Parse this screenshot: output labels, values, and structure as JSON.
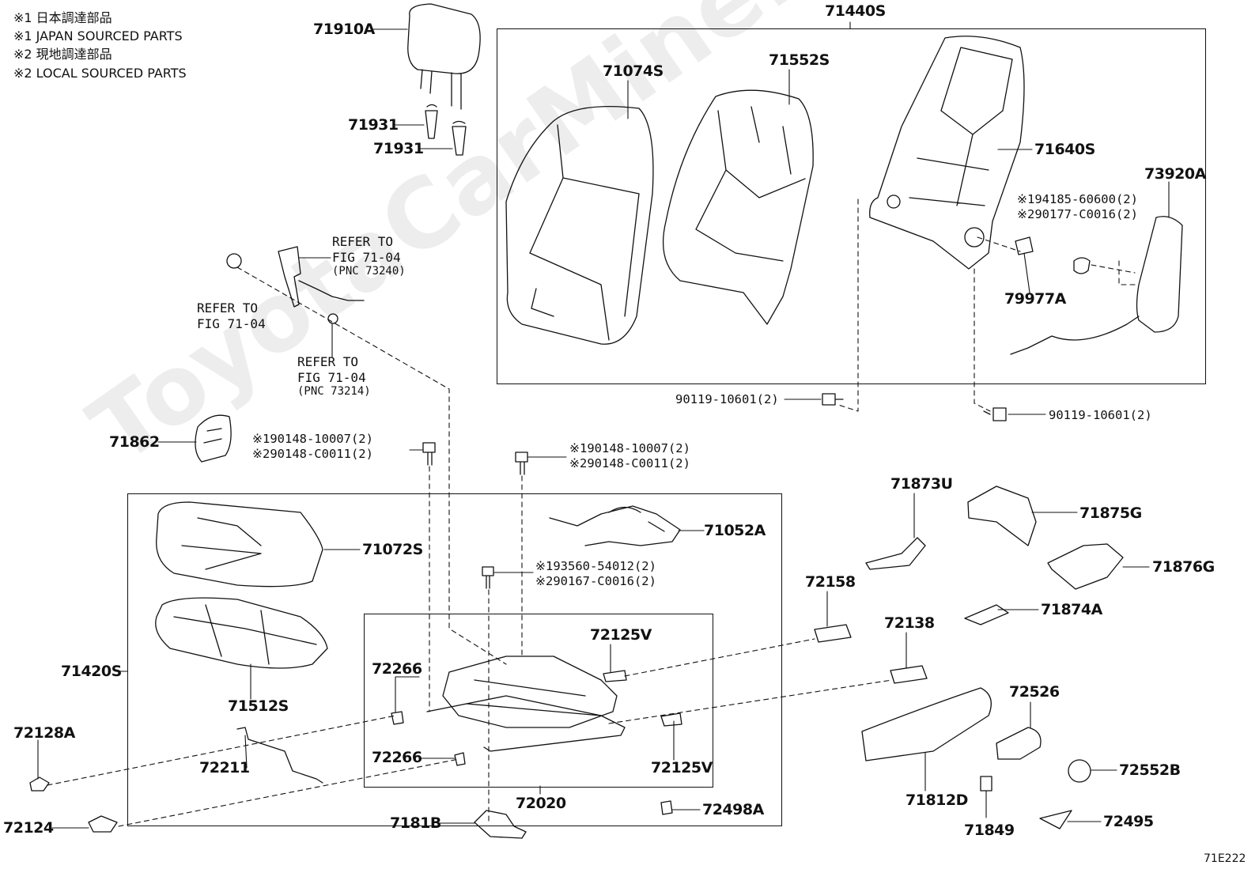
{
  "notes": [
    "※1 日本調達部品",
    "※1 JAPAN SOURCED PARTS",
    "※2 現地調達部品",
    "※2 LOCAL SOURCED PARTS"
  ],
  "watermark": "ToyotaCarMine.ru",
  "figure_code": "71E222",
  "labels": {
    "p71910A": "71910A",
    "p71931a": "71931",
    "p71931b": "71931",
    "p71440S": "71440S",
    "p71074S": "71074S",
    "p71552S": "71552S",
    "p71640S": "71640S",
    "p73920A": "73920A",
    "p79977A": "79977A",
    "p71862": "71862",
    "p71072S": "71072S",
    "p71052A": "71052A",
    "p71420S": "71420S",
    "p71512S": "71512S",
    "p72128A": "72128A",
    "p72211": "72211",
    "p72124": "72124",
    "p72266a": "72266",
    "p72266b": "72266",
    "p72125Va": "72125V",
    "p72125Vb": "72125V",
    "p72020": "72020",
    "p7181B": "7181B",
    "p72498A": "72498A",
    "p72158": "72158",
    "p72138": "72138",
    "p71873U": "71873U",
    "p71875G": "71875G",
    "p71876G": "71876G",
    "p71874A": "71874A",
    "p72526": "72526",
    "p72552B": "72552B",
    "p71812D": "71812D",
    "p71849": "71849",
    "p72495": "72495"
  },
  "bolts": {
    "b_90119_left": "90119-10601(2)",
    "b_90119_right": "90119-10601(2)",
    "b_upper_left_1": "※190148-10007(2)",
    "b_upper_left_2": "※290148-C0011(2)",
    "b_upper_mid_1": "※190148-10007(2)",
    "b_upper_mid_2": "※290148-C0011(2)",
    "b_mid_1": "※193560-54012(2)",
    "b_mid_2": "※290167-C0016(2)",
    "b_back_1": "※194185-60600(2)",
    "b_back_2": "※290177-C0016(2)"
  },
  "refs": {
    "r1_line1": "REFER TO",
    "r1_line2": "FIG 71-04",
    "r1_line3": "(PNC 73240)",
    "r2_line1": "REFER TO",
    "r2_line2": "FIG 71-04",
    "r3_line1": "REFER TO",
    "r3_line2": "FIG 71-04",
    "r3_line3": "(PNC 73214)"
  }
}
